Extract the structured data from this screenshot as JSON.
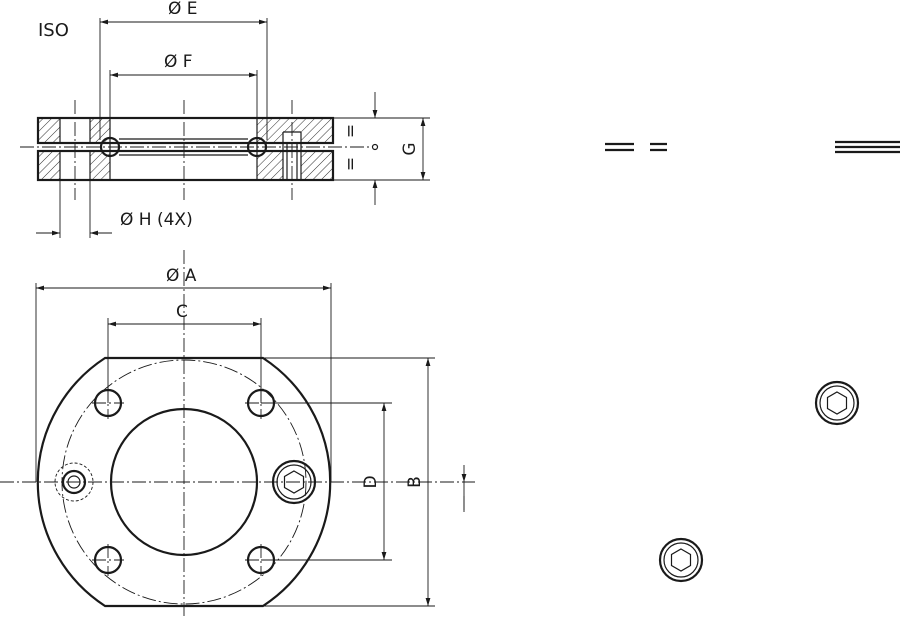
{
  "standard": "ISO",
  "labels": {
    "dia_E": "Ø E",
    "dia_F": "Ø F",
    "dia_H": "Ø H (4X)",
    "G": "G",
    "dia_A": "Ø A",
    "C": "C",
    "D": "D",
    "B": "B",
    "equal_a": "=",
    "equal_b": "="
  },
  "views": [
    "section-view",
    "top-view"
  ],
  "variants": [
    "hex-socket-variant-1",
    "hex-socket-variant-2"
  ]
}
